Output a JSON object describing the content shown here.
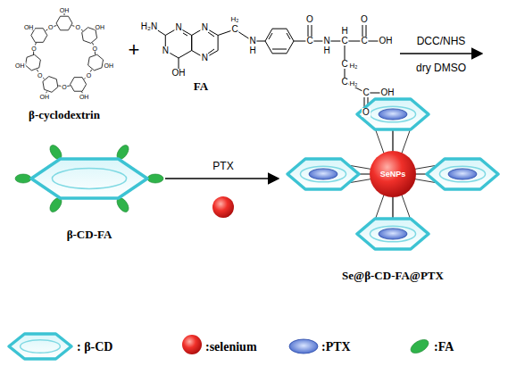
{
  "diagram": {
    "labels": [
      "β-cyclodextrin",
      "+",
      "FA",
      "DCC/NHS",
      "dry DMSO",
      "β-CD-FA",
      "PTX",
      "Se@β-CD-FA@PTX",
      "SeNPs",
      "H₂N",
      "N",
      "N",
      "OH",
      "N",
      "N",
      "H₂",
      "C",
      "N",
      "H",
      "C",
      "O",
      "N",
      "H",
      "C",
      "H",
      "C",
      "O",
      "OH",
      "C",
      "H₂",
      "C",
      "H₂",
      "C",
      "O",
      "OH",
      "OH",
      "O",
      "OH",
      "O",
      "OH",
      "O",
      "OH",
      "O",
      "OH",
      "O",
      "OH",
      "O",
      "OH",
      "O"
    ],
    "legend": [
      {
        "text": ": β-CD"
      },
      {
        "text": ":selenium"
      },
      {
        "text": ":PTX"
      },
      {
        "text": ":FA"
      }
    ]
  }
}
